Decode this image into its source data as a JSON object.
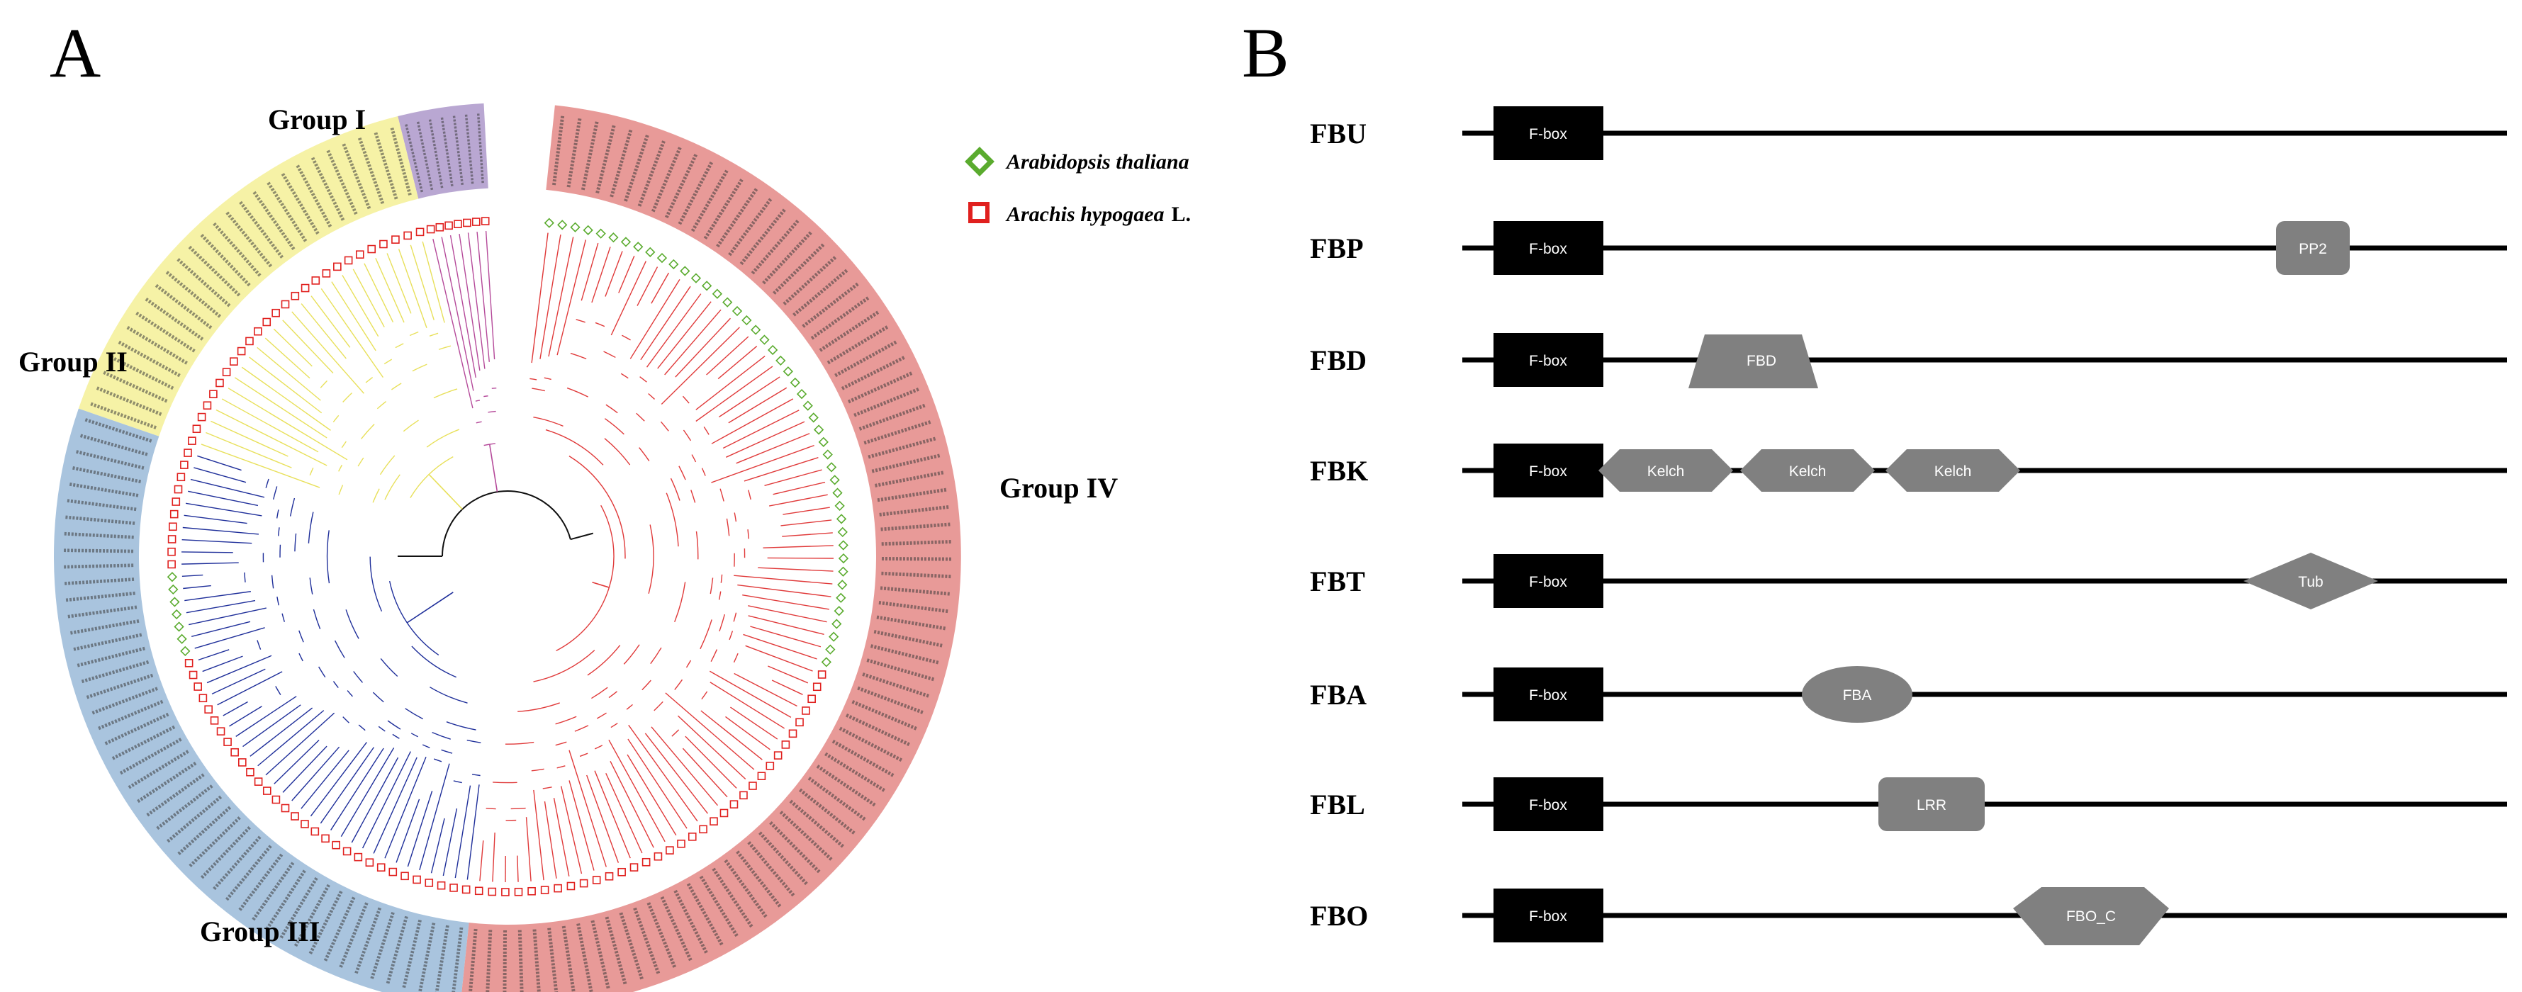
{
  "panel_a": {
    "letter": "A",
    "groups": [
      {
        "label": "Group I",
        "color": "#b9a7d2",
        "branch_color": "#b54a9a"
      },
      {
        "label": "Group II",
        "color": "#f6f2a6",
        "branch_color": "#e8e05a"
      },
      {
        "label": "Group III",
        "color": "#a9c4de",
        "branch_color": "#1f2f9a"
      },
      {
        "label": "Group IV",
        "color": "#e89a98",
        "branch_color": "#e03a3a"
      }
    ],
    "legend": [
      {
        "label": "Arabidopsis thaliana",
        "symbol": "diamond",
        "color": "#5aab2e"
      },
      {
        "label": "Arachis hypogaea",
        "suffix": "L.",
        "symbol": "square",
        "color": "#e0201e"
      }
    ]
  },
  "panel_b": {
    "letter": "B",
    "fbox_label": "F-box",
    "rows": [
      {
        "label": "FBU",
        "domains": []
      },
      {
        "label": "FBP",
        "domains": [
          {
            "name": "PP2",
            "shape": "rounded"
          }
        ]
      },
      {
        "label": "FBD",
        "domains": [
          {
            "name": "FBD",
            "shape": "trapezoid"
          }
        ]
      },
      {
        "label": "FBK",
        "domains": [
          {
            "name": "Kelch",
            "shape": "hexagon"
          },
          {
            "name": "Kelch",
            "shape": "hexagon"
          },
          {
            "name": "Kelch",
            "shape": "hexagon"
          }
        ]
      },
      {
        "label": "FBT",
        "domains": [
          {
            "name": "Tub",
            "shape": "diamond"
          }
        ]
      },
      {
        "label": "FBA",
        "domains": [
          {
            "name": "FBA",
            "shape": "ellipse"
          }
        ]
      },
      {
        "label": "FBL",
        "domains": [
          {
            "name": "LRR",
            "shape": "rounded"
          }
        ]
      },
      {
        "label": "FBO",
        "domains": [
          {
            "name": "FBO_C",
            "shape": "pentagon"
          }
        ]
      }
    ]
  }
}
